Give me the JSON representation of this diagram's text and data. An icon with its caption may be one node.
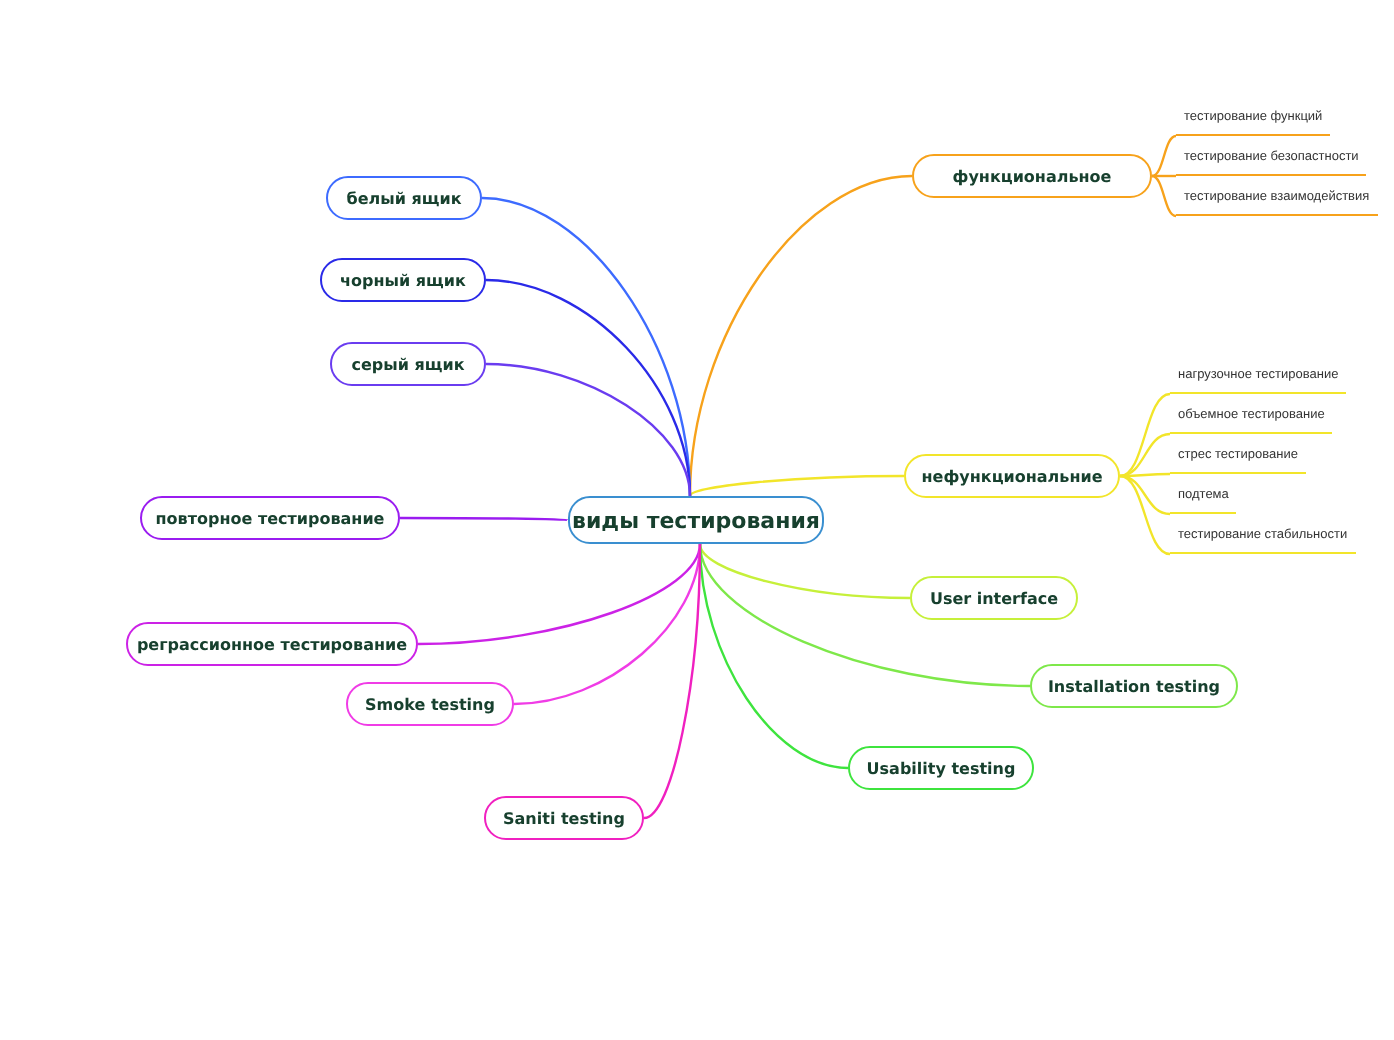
{
  "diagram": {
    "nodes": [
      {
        "text": [
          "виды тестирования"
        ]
      },
      {
        "text": [
          "функциональное"
        ]
      },
      {
        "text": [
          "тестирование функций"
        ]
      },
      {
        "text": [
          "тестирование безопастности"
        ]
      },
      {
        "text": [
          "тестирование взаимодействия"
        ]
      },
      {
        "text": [
          "нефункциональние"
        ]
      },
      {
        "text": [
          "нагрузочное тестирование"
        ]
      },
      {
        "text": [
          "объемное тестирование"
        ]
      },
      {
        "text": [
          "стрес тестирование"
        ]
      },
      {
        "text": [
          "подтема"
        ]
      },
      {
        "text": [
          "тестирование стабильности"
        ]
      },
      {
        "text": [
          "User interface"
        ]
      },
      {
        "text": [
          "Installation testing"
        ]
      },
      {
        "text": [
          "Usability testing"
        ]
      },
      {
        "text": [
          "белый ящик"
        ]
      },
      {
        "text": [
          "чорный ящик"
        ]
      },
      {
        "text": [
          "серый ящик"
        ]
      },
      {
        "text": [
          "повторное тестирование"
        ]
      },
      {
        "text": [
          "реграссионное тестирование"
        ]
      },
      {
        "text": [
          "Smoke testing"
        ]
      },
      {
        "text": [
          "Saniti testing"
        ]
      }
    ],
    "edges": [
      {
        "from": 0,
        "to": 1,
        "arrow": "none",
        "color": "#f7a21b"
      },
      {
        "from": 1,
        "to": 2,
        "arrow": "none",
        "color": "#f7a21b"
      },
      {
        "from": 1,
        "to": 3,
        "arrow": "none",
        "color": "#f7a21b"
      },
      {
        "from": 1,
        "to": 4,
        "arrow": "none",
        "color": "#f7a21b"
      },
      {
        "from": 0,
        "to": 5,
        "arrow": "none",
        "color": "#f2e52a"
      },
      {
        "from": 5,
        "to": 6,
        "arrow": "none",
        "color": "#f2e52a"
      },
      {
        "from": 5,
        "to": 7,
        "arrow": "none",
        "color": "#f2e52a"
      },
      {
        "from": 5,
        "to": 8,
        "arrow": "none",
        "color": "#f2e52a"
      },
      {
        "from": 5,
        "to": 9,
        "arrow": "none",
        "color": "#f2e52a"
      },
      {
        "from": 5,
        "to": 10,
        "arrow": "none",
        "color": "#f2e52a"
      },
      {
        "from": 0,
        "to": 11,
        "arrow": "none",
        "color": "#c6f03a"
      },
      {
        "from": 0,
        "to": 12,
        "arrow": "none",
        "color": "#7ee84a"
      },
      {
        "from": 0,
        "to": 13,
        "arrow": "none",
        "color": "#3ee43e"
      },
      {
        "from": 0,
        "to": 14,
        "arrow": "none",
        "color": "#3d6bff"
      },
      {
        "from": 0,
        "to": 15,
        "arrow": "none",
        "color": "#2a2ae8"
      },
      {
        "from": 0,
        "to": 16,
        "arrow": "none",
        "color": "#6a3cf0"
      },
      {
        "from": 0,
        "to": 17,
        "arrow": "none",
        "color": "#9a1cf0"
      },
      {
        "from": 0,
        "to": 18,
        "arrow": "none",
        "color": "#cc22e6"
      },
      {
        "from": 0,
        "to": 19,
        "arrow": "none",
        "color": "#f03ce6"
      },
      {
        "from": 0,
        "to": 20,
        "arrow": "none",
        "color": "#f020c0"
      }
    ]
  }
}
